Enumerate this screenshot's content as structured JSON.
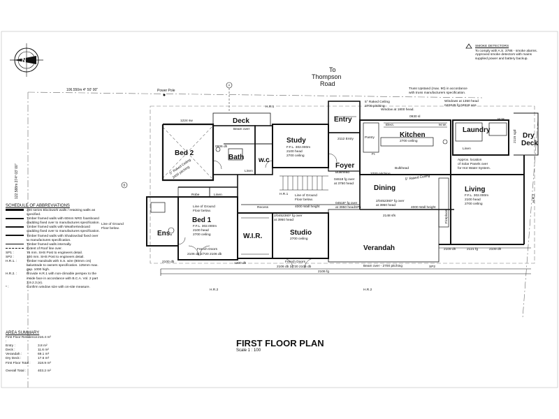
{
  "title": "FIRST FLOOR PLAN",
  "scale": "Scale  1 : 100",
  "road": [
    "To",
    "Thompson",
    "Road"
  ],
  "smoke": {
    "heading": "SMOKE DETECTORS",
    "lines": [
      "To comply with A.S. 3786 - smoke alarms.",
      "Approved smoke detectors with mains",
      "supplied power and battery backup."
    ]
  },
  "boundary_top": "106.550m   4° 50' 00\"",
  "boundary_left": "122.588m   274° 03' 00\"",
  "power_pole": "Power Pole",
  "section_a": "A",
  "section_b": "B",
  "rooms": {
    "deck": "Deck",
    "study": "Study",
    "entry": "Entry",
    "kitchen": "Kitchen",
    "laundry": "Laundry",
    "dry_deck_1": "Dry",
    "dry_deck_2": "Deck",
    "bed2": "Bed 2",
    "bath": "Bath",
    "wc": "w.c",
    "foyer": "Foyer",
    "dining": "Dining",
    "living": "Living",
    "bed1": "Bed 1",
    "ens": "Ens.",
    "wir": "W.I.R.",
    "studio": "Studio",
    "verandah": "Verandah"
  },
  "notes": {
    "study_ffl": "F.F.L. 302.000m",
    "study_head": "2100 head",
    "study_ceil": "2700 ceiling",
    "kitchen_ceil": "2700 ceiling",
    "bed1_ffl": "F.F.L. 302.000m",
    "bed1_head": "2100 head",
    "bed1_ceil": "2700 ceiling",
    "studio_ceil": "2700 ceiling",
    "living_ffl": "F.F.L. 302.000m",
    "living_head": "2100 head",
    "living_ceil": "2700 ceiling",
    "raked_ceiling_entry": "5° Raked Ceiling",
    "pitching_entry": "2700 pitching",
    "truss_1": "Truss Upstand (max. 90) in accordance",
    "truss_2": "with truss manufacturers specification.",
    "windows_1": "Windows at 1350 head",
    "windows_2": "04S045 fg 04618 ans",
    "window_1800": "Window at 1800 head.",
    "bulkhead": "Bulkhead",
    "bulkhead2": "Bulkhead",
    "raked_dining": "5° Raked Ceiling",
    "raked_bed2_1": "5° Raked Ceiling",
    "raked_bed2_2": "2400 pitching",
    "ground_floor_below_1": "Line of Ground",
    "ground_floor_below_2": "Floor below.",
    "line_ground_left_1": "Line of Ground",
    "line_ground_left_2": "Floor below.",
    "wall_height_1": "4000 Wall height",
    "wall_height_2": "4000 Wall height",
    "solar_1": "Approx. location",
    "solar_2": "of Solar Panels over",
    "solar_3": "for Hot Water System.",
    "beam_over_top": "Beam over",
    "beam_over_bottom": "Beam over - 2700 pitching",
    "french_doors_1": "French Doors",
    "french_doors_1b": "2106 db  2/720  2106 db",
    "french_doors_2": "French Doors",
    "french_doors_2b": "2106 db  2/720  2106 db",
    "robe": "Robe",
    "linen": "Linen",
    "linen2": "Linen",
    "linen3": "Linen",
    "pantry": "Pantry",
    "recess": "Recess",
    "fireplace": "Fireplace",
    "hr1": "H.R.1",
    "hr2": "H.R.2",
    "sp1": "SP1",
    "sp2": "SP2",
    "fg_over_1": "2/0452360* fg over",
    "fg_over_1b": "at 3950 head",
    "fg_over_2": "04518* fg over",
    "fg_over_2b": "at 3950 head",
    "fg_over_3": "2/0452360* fg over",
    "fg_over_3b": "at 3950 head",
    "fg_over_4": "04618 fg over",
    "fg_over_4b": "at 3750 head",
    "dim_1224": "1224 sw",
    "dim_2148": "2148 sfs",
    "dim_0930": "0930 sl",
    "dim_2100": "2100 db",
    "dim_1200": "1200 dh",
    "dim_2109": "2109 dh",
    "dim_2121": "2121 fg",
    "dim_2106": "2106 fg",
    "dim_2109b": "2109 dh",
    "dim_2115": "2115 sgd",
    "dim_2112": "2112 Entry",
    "dim_3700": "3700 pitching",
    "dim_0906": "0906 dh",
    "elect": "Elect.",
    "mw": "M.W.",
    "wm": "W.M.",
    "fr": "Fr."
  },
  "schedule": {
    "heading": "SCHEDULE OF ABBREVIATIONS",
    "items": [
      {
        "code": "",
        "text": "200 series Blockwork walls / retaining walls as specified."
      },
      {
        "code": "",
        "text": "Timber framed walls with 60mm NRG foamboard cladding fixed over to manufactures specification."
      },
      {
        "code": "",
        "text": "Timber framed walls with Weathertexboard cladding fixed over to manufactures specification."
      },
      {
        "code": "",
        "text": "Timber framed walls with Shadowclad fixed over to manufactures specification."
      },
      {
        "code": "",
        "text": "Timber framed walls internally."
      },
      {
        "code": "",
        "text": "Extent of Roof line over."
      },
      {
        "code": "SP1 :",
        "text": "75 mm. SHS Post to engineers detail."
      },
      {
        "code": "SP2 :",
        "text": "100 mm. SHS Post to engineers detail."
      },
      {
        "code": "H.R.1. :",
        "text": "Timber Handrails with S.S. wire (80mm crs) balustrade to owners specification. 125mm max. gap. 1000 high."
      },
      {
        "code": "H.R.2. :",
        "text": "Provide H.R.1 with non-climable perspex to the inside face in accordance with B.C.A. Vol. 2 part 3.9.2.3.(e)."
      },
      {
        "code": "* :",
        "text": "Confirm window size with on-site measure."
      }
    ]
  },
  "area": {
    "heading": "AREA SUMMARY",
    "items": [
      {
        "label": "First Floor Residence :",
        "value": "216.4 m²"
      },
      {
        "label": "Entry :",
        "value": "3.8 m²"
      },
      {
        "label": "Deck :",
        "value": "11.6 m²"
      },
      {
        "label": "Verandah :",
        "value": "69.1 m²"
      },
      {
        "label": "Dry Deck :",
        "value": "17.6 m²"
      },
      {
        "label": "First Floor Total :",
        "value": "318.9 m²"
      }
    ],
    "overall_label": "Overall Total :",
    "overall_value": "403.2 m²"
  }
}
